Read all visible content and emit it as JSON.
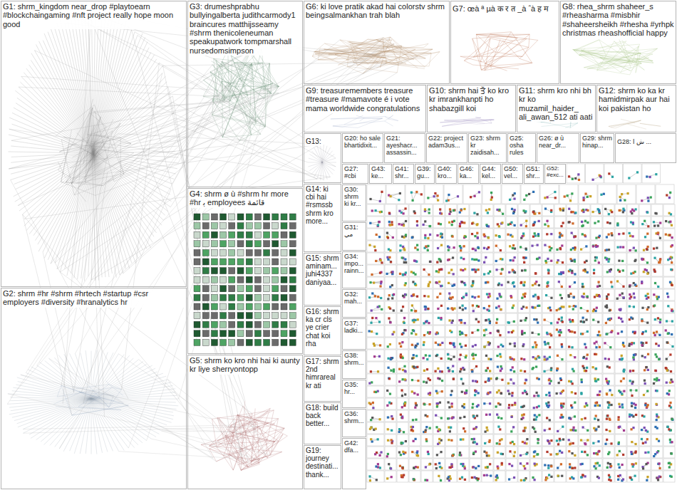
{
  "diagram": {
    "nodes": [
      {
        "text": [
          "G1: shrm_kingdom near_drop #playtoearn #blockchaingaming #nft project really hope moon good"
        ]
      },
      {
        "text": [
          "G2: shrm #hr #shrm #hrtech #startup #csr employers #diversity #hranalytics hr"
        ]
      },
      {
        "text": [
          "G3: drumeshprabhu bullyingalberta judithcarmody1 braincures matthijsseamy #shrm thenicoleneuman speakupatwork tompmarshall nursedomsimpson"
        ]
      },
      {
        "text": [
          "G4: shrm ø ù #shrm hr more #hr ﺑ employees قائمة"
        ]
      },
      {
        "text": [
          "G5: shrm ko kro nhi hai ki aunty kr liye sherryontopp"
        ]
      },
      {
        "text": [
          "G6: ki love pratik akad hai colorstv shrm beingsalmankhan trah blah"
        ]
      },
      {
        "text": [
          "G7: œà ª µà क र त _à ˆà ह म"
        ]
      },
      {
        "text": [
          "G8: rhea_shrm shaheer_s #rheasharma #misbhir #shaheersheikh #rhesha #yrhpk christmas rheashofficial happy"
        ]
      },
      {
        "text": [
          "G9: treasuremembers treasure #treasure #mamavote é i vote mama worldwide congratulations"
        ]
      },
      {
        "text": [
          "G10: shrm hai ਤੋ ko kro kr imrankhanpti ho shabazgill koi"
        ]
      },
      {
        "text": [
          "G11: shrm kro nhi bh kr ko muzamil_haider_ ali_awan_512 ati aati"
        ]
      },
      {
        "text": [
          "G12: shrm ko ka kr hamidmirpak aur hai koi pakistan ho"
        ]
      },
      {
        "text": [
          "G13:"
        ]
      },
      {
        "text": [
          "G20: ho sale bhartidixit..."
        ]
      },
      {
        "text": [
          "G21: ayeshacr... assassin..."
        ]
      },
      {
        "text": [
          "G22: project adam3us..."
        ]
      },
      {
        "text": [
          "G23: shrm kr zaidisah..."
        ]
      },
      {
        "text": [
          "G25: osha rules"
        ]
      },
      {
        "text": [
          "G26: ø ù near_dr..."
        ]
      },
      {
        "text": [
          "G29: shrm hinap..."
        ]
      },
      {
        "text": [
          "G28: ﺵ ﺍ ..."
        ]
      },
      {
        "text": [
          "G27: #cbi"
        ]
      },
      {
        "text": [
          "G43: ke..."
        ]
      },
      {
        "text": [
          "G41: shr..."
        ]
      },
      {
        "text": [
          "G39: gu..."
        ]
      },
      {
        "text": [
          "G40: kro..."
        ]
      },
      {
        "text": [
          "G46: ka..."
        ]
      },
      {
        "text": [
          "G44: kel..."
        ]
      },
      {
        "text": [
          "G50: vel..."
        ]
      },
      {
        "text": [
          "G51: shr..."
        ]
      },
      {
        "text": [
          "G52: #exc..."
        ]
      },
      {
        "text": [
          "G14: ki cbi hai #rsmssb shrm kro more..."
        ]
      },
      {
        "text": [
          "G15: shrm aminam... juhi4337 daniyaa..."
        ]
      },
      {
        "text": [
          "G16: shrm ka cr cls ye crier chat koi rha"
        ]
      },
      {
        "text": [
          "G17: shrm 2nd himrareal kr ati"
        ]
      },
      {
        "text": [
          "G18: build back better..."
        ]
      },
      {
        "text": [
          "G19: journey destinati... thank..."
        ]
      },
      {
        "text": [
          "G30: shrm ki kr..."
        ]
      },
      {
        "text": [
          "G31: مي"
        ]
      },
      {
        "text": [
          "G34: impo... rainn..."
        ]
      },
      {
        "text": [
          "G32: mah..."
        ]
      },
      {
        "text": [
          "G37: ladki..."
        ]
      },
      {
        "text": [
          "G38: shrm..."
        ]
      },
      {
        "text": [
          "G35: hr..."
        ]
      },
      {
        "text": [
          "G36: shrm..."
        ]
      },
      {
        "text": [
          "G42: dfa..."
        ]
      }
    ]
  }
}
